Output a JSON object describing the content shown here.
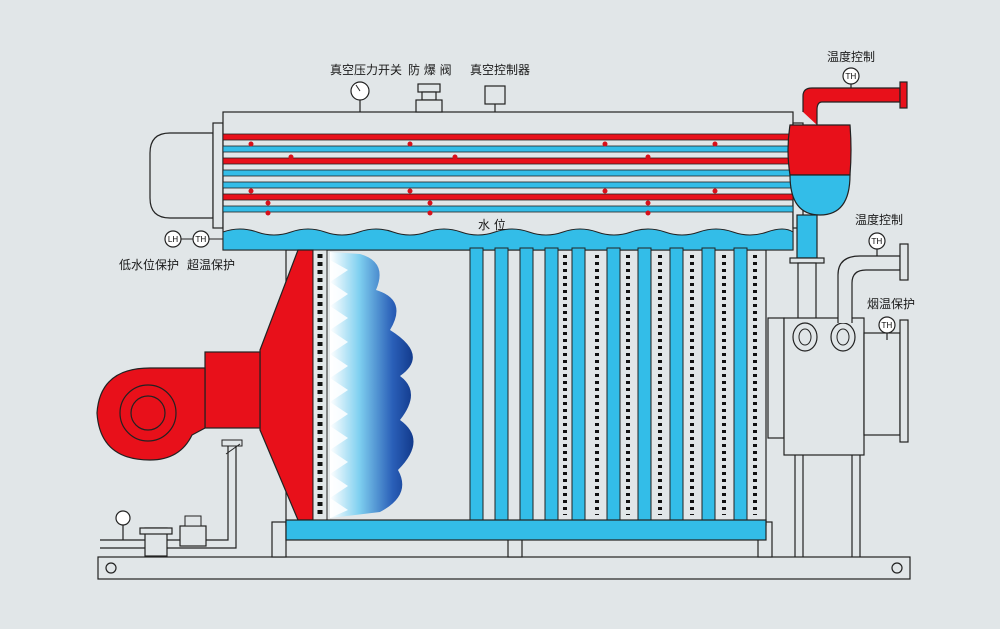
{
  "labels": {
    "vacuum_pressure_switch": "真空压力开关",
    "explosion_valve": "防 爆 阀",
    "vacuum_controller": "真空控制器",
    "water_level": "水 位",
    "temp_control_top": "温度控制",
    "temp_control_mid": "温度控制",
    "flue_temp_protection": "烟温保护",
    "low_water_protection": "低水位保护",
    "over_temp_protection": "超温保护"
  },
  "gauge_text": {
    "lh": "LH",
    "th": "TH"
  },
  "colors": {
    "background": "#e1e6e8",
    "water": "#33bde8",
    "hot": "#e8101a",
    "outline": "#222222",
    "steel": "#e1e6e8"
  }
}
